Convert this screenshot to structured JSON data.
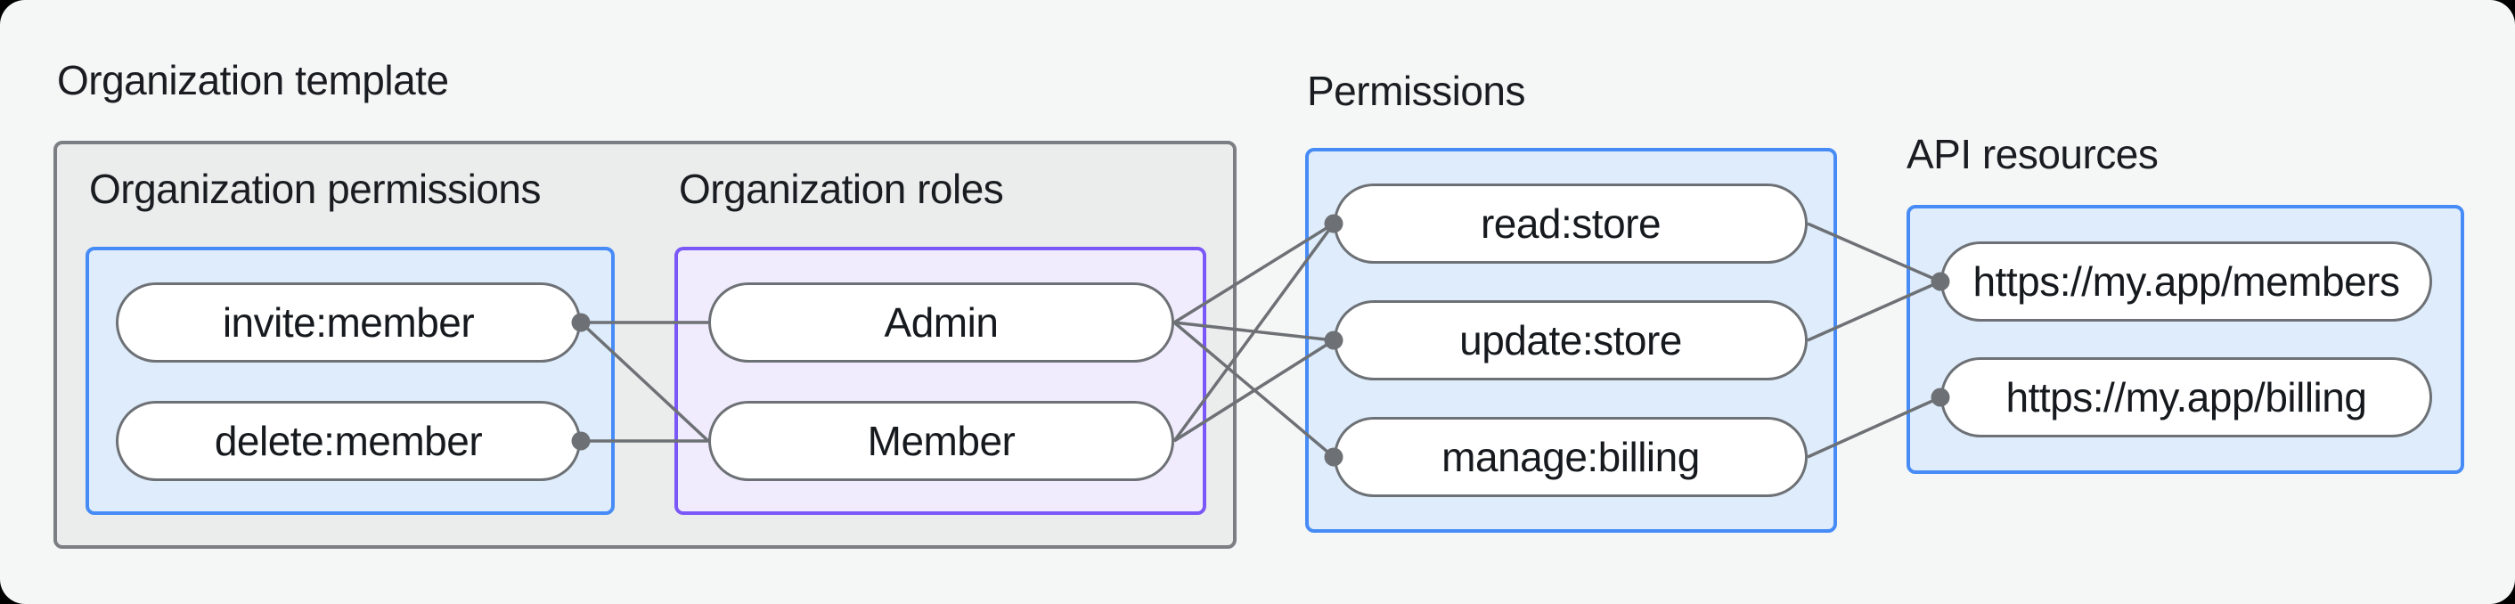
{
  "page": {
    "title": "Organization template",
    "background_color": "#f5f7f6",
    "outer_corner_color": "#000000"
  },
  "labels": {
    "org_template": "Organization template",
    "org_permissions": "Organization permissions",
    "org_roles": "Organization roles",
    "permissions": "Permissions",
    "api_resources": "API resources"
  },
  "nodes": {
    "invite": {
      "label": "invite:member"
    },
    "delete": {
      "label": "delete:member"
    },
    "admin": {
      "label": "Admin"
    },
    "member": {
      "label": "Member"
    },
    "read": {
      "label": "read:store"
    },
    "update": {
      "label": "update:store"
    },
    "manage": {
      "label": "manage:billing"
    },
    "members_api": {
      "label": "https://my.app/members"
    },
    "billing_api": {
      "label": "https://my.app/billing"
    }
  },
  "edges": [
    {
      "from": "invite",
      "to": "admin"
    },
    {
      "from": "invite",
      "to": "member"
    },
    {
      "from": "delete",
      "to": "member"
    },
    {
      "from": "admin",
      "to": "read"
    },
    {
      "from": "admin",
      "to": "update"
    },
    {
      "from": "admin",
      "to": "manage"
    },
    {
      "from": "member",
      "to": "read"
    },
    {
      "from": "member",
      "to": "update"
    },
    {
      "from": "read",
      "to": "members_api"
    },
    {
      "from": "update",
      "to": "members_api"
    },
    {
      "from": "manage",
      "to": "billing_api"
    }
  ],
  "anchors": {
    "invite": {
      "out": [
        652,
        362
      ]
    },
    "delete": {
      "out": [
        652,
        495
      ]
    },
    "admin": {
      "in": [
        795,
        362
      ],
      "out": [
        1318,
        362
      ]
    },
    "member": {
      "in": [
        795,
        495
      ],
      "out": [
        1318,
        495
      ]
    },
    "read": {
      "in": [
        1497,
        251
      ],
      "out": [
        2029,
        251
      ]
    },
    "update": {
      "in": [
        1497,
        382
      ],
      "out": [
        2029,
        382
      ]
    },
    "manage": {
      "in": [
        1497,
        513
      ],
      "out": [
        2029,
        513
      ]
    },
    "members_api": {
      "in": [
        2178,
        316
      ]
    },
    "billing_api": {
      "in": [
        2178,
        446
      ]
    }
  },
  "dots": [
    "invite.out",
    "delete.out",
    "read.in",
    "update.in",
    "manage.in",
    "members_api.in",
    "billing_api.in"
  ],
  "style": {
    "edge_color": "#6d7175",
    "edge_width": 3.5,
    "dot_radius": 10.5,
    "blue_border": "#478cf6",
    "blue_fill": "#deecfc",
    "purple_border": "#7a58f8",
    "purple_fill": "#f1ecfd",
    "gray_border": "#7b7f84",
    "gray_fill": "#ebedec",
    "pill_border": "#6d7175",
    "text_color": "#16191d"
  }
}
